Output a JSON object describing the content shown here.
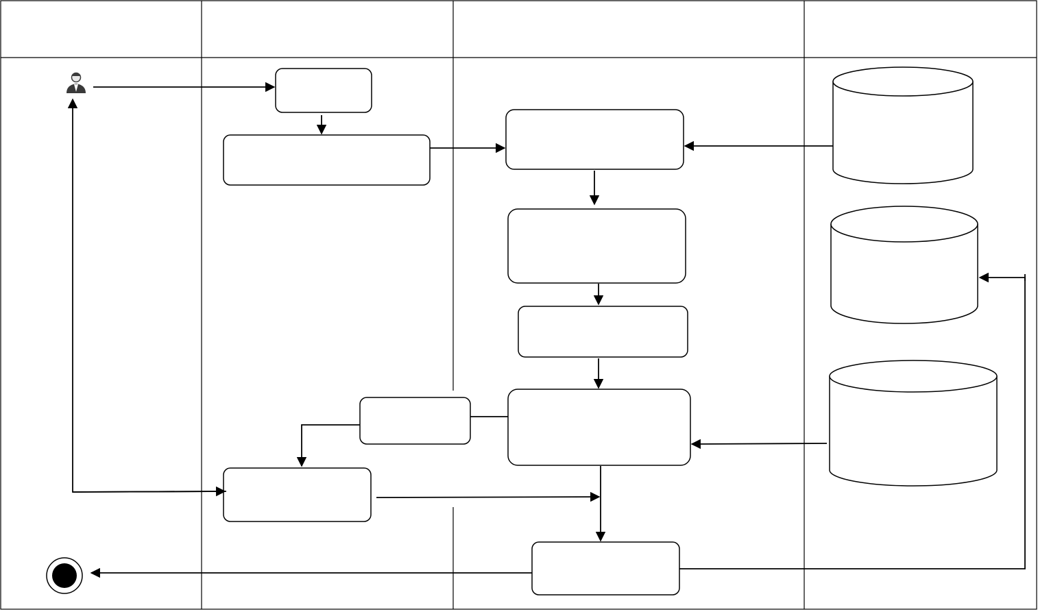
{
  "diagram": {
    "type": "swimlane-activity-diagram",
    "colors": {
      "stroke": "#000000",
      "background": "#ffffff",
      "actor_body": "#3a3a3a",
      "actor_face": "#e8e8e8",
      "end_fill": "#000000"
    },
    "lanes": [
      {
        "id": "lane-1",
        "label": ""
      },
      {
        "id": "lane-2",
        "label": ""
      },
      {
        "id": "lane-3",
        "label": ""
      },
      {
        "id": "lane-4",
        "label": ""
      }
    ],
    "actor": {
      "icon": "user-icon",
      "label": ""
    },
    "end_node": {
      "icon": "end-state-icon"
    },
    "process_nodes": [
      {
        "id": "process-1",
        "label": ""
      },
      {
        "id": "process-2",
        "label": ""
      },
      {
        "id": "process-3",
        "label": ""
      },
      {
        "id": "process-4",
        "label": ""
      },
      {
        "id": "process-5",
        "label": ""
      },
      {
        "id": "process-6",
        "label": ""
      },
      {
        "id": "process-7",
        "label": ""
      },
      {
        "id": "process-8",
        "label": ""
      },
      {
        "id": "process-9",
        "label": ""
      }
    ],
    "datastores": [
      {
        "id": "datastore-1",
        "label": ""
      },
      {
        "id": "datastore-2",
        "label": ""
      },
      {
        "id": "datastore-3",
        "label": ""
      }
    ]
  }
}
